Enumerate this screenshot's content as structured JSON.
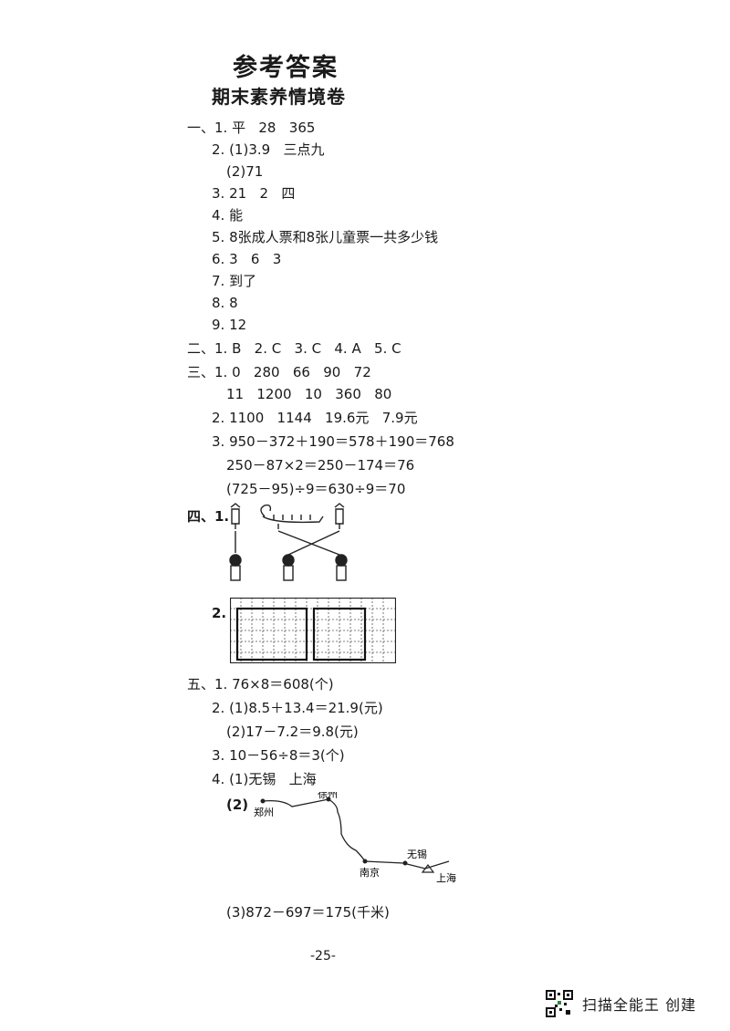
{
  "header": {
    "title": "参考答案",
    "subtitle": "期末素养情境卷"
  },
  "lines": [
    "一、1. 平   28   365",
    "2. (1)3.9   三点九",
    "(2)71",
    "3. 21   2   四",
    "4. 能",
    "5. 8张成人票和8张儿童票一共多少钱",
    "6. 3   6   3",
    "7. 到了",
    "8. 8",
    "9. 12",
    "二、1. B   2. C   3. C   4. A   5. C",
    "三、1. 0   280   66   90   72",
    "11   1200   10   360   80",
    "2. 1100   1144   19.6元   7.9元",
    "3. 950－372＋190＝578＋190＝768",
    "250－87×2＝250－174＝76",
    "(725－95)÷9＝630÷9＝70",
    "四、1.",
    "2.",
    "五、1. 76×8＝608(个)",
    "2. (1)8.5＋13.4＝21.9(元)",
    "(2)17－7.2＝9.8(元)",
    "3. 10－56÷8＝3(个)",
    "4. (1)无锡   上海",
    "(2)",
    "(3)872－697＝175(千米)"
  ],
  "map": {
    "cities": [
      "郑州",
      "徐州",
      "南京",
      "无锡",
      "上海"
    ]
  },
  "footer": {
    "page_number": "-25-",
    "brand": "扫描全能王 创建"
  }
}
